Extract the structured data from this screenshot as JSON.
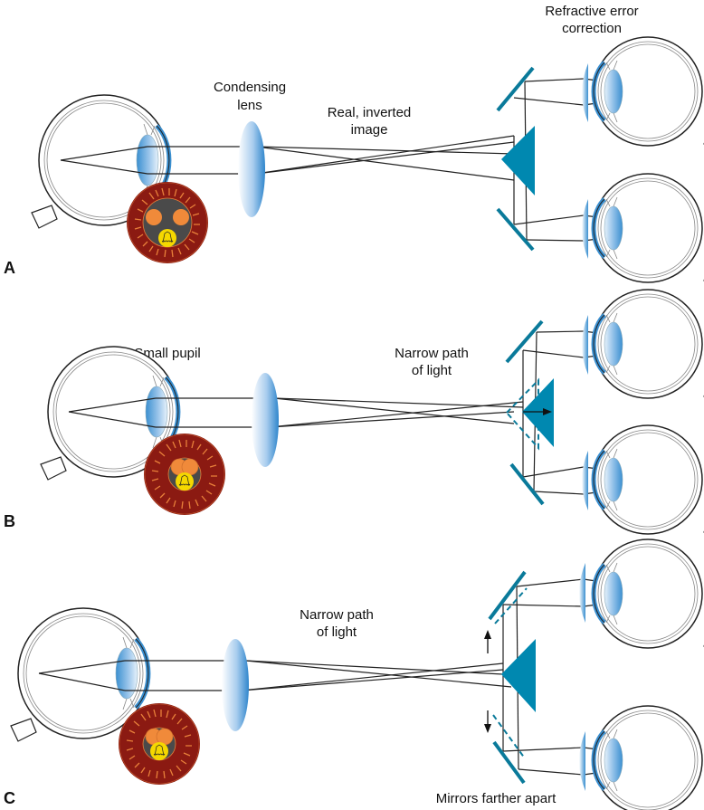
{
  "figure": {
    "panels": [
      {
        "id": "A",
        "label": "A",
        "annotations": {
          "condensing_lens": [
            "Condensing",
            "lens"
          ],
          "image": [
            "Real, inverted",
            "image"
          ],
          "correction": [
            "Refractive error",
            "correction"
          ]
        },
        "pupil_state": "large pupil",
        "mirror_state": "normal"
      },
      {
        "id": "B",
        "label": "B",
        "annotations": {
          "pupil": "Small pupil",
          "path": [
            "Narrow path",
            "of light"
          ]
        },
        "pupil_state": "small pupil",
        "mirror_state": "prism moved"
      },
      {
        "id": "C",
        "label": "C",
        "annotations": {
          "path": [
            "Narrow path",
            "of light"
          ],
          "mirrors": "Mirrors farther apart"
        },
        "pupil_state": "small pupil",
        "mirror_state": "mirrors farther apart"
      }
    ],
    "colors": {
      "lens_blue": "#3a8fd0",
      "prism_teal": "#0088b0",
      "mirror_teal": "#0a7a9a",
      "fundus_red": "#8b1a12",
      "fundus_vessel": "#e8803a",
      "fundus_center": "#4a4a4a",
      "disc_orange": "#f08a3a",
      "macula_yellow": "#f5d800"
    }
  }
}
